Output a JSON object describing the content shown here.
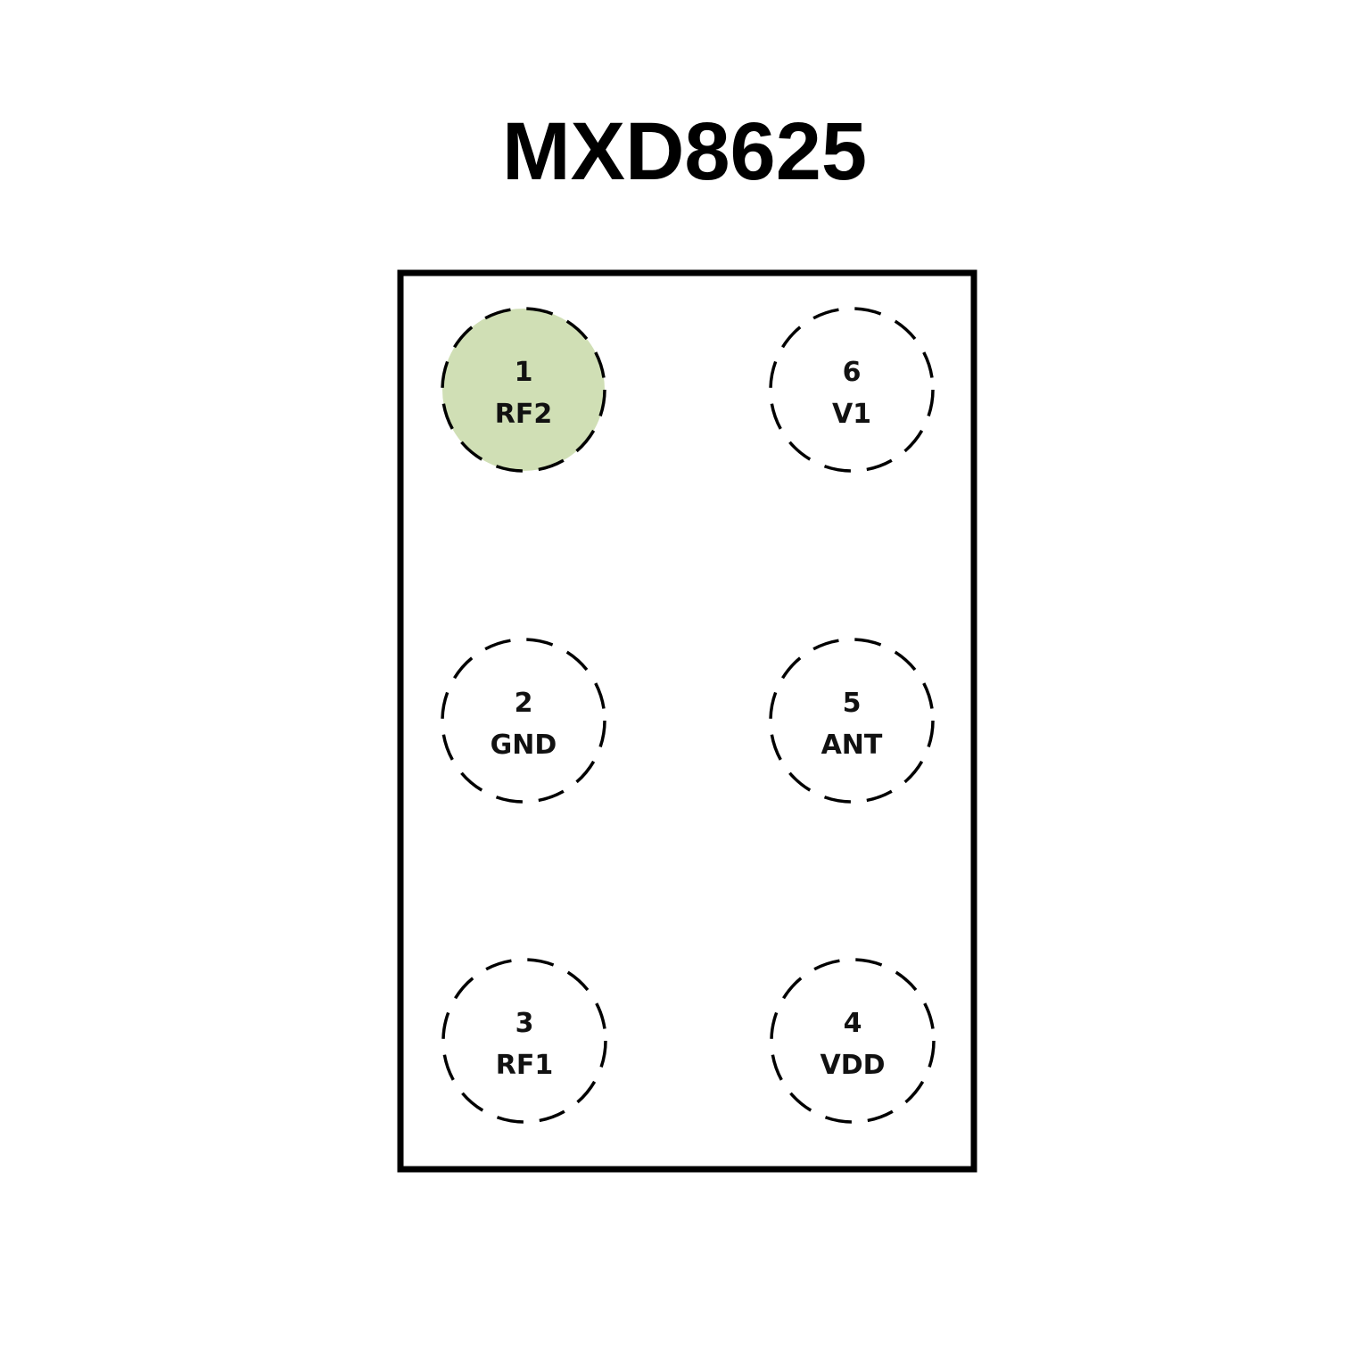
{
  "title": "MXD8625",
  "colors": {
    "highlight": "#d0dfb5",
    "outline": "#000000"
  },
  "pins": [
    {
      "number": "1",
      "name": "RF2",
      "highlighted": true
    },
    {
      "number": "6",
      "name": "V1",
      "highlighted": false
    },
    {
      "number": "2",
      "name": "GND",
      "highlighted": false
    },
    {
      "number": "5",
      "name": "ANT",
      "highlighted": false
    },
    {
      "number": "3",
      "name": "RF1",
      "highlighted": false
    },
    {
      "number": "4",
      "name": "VDD",
      "highlighted": false
    }
  ]
}
